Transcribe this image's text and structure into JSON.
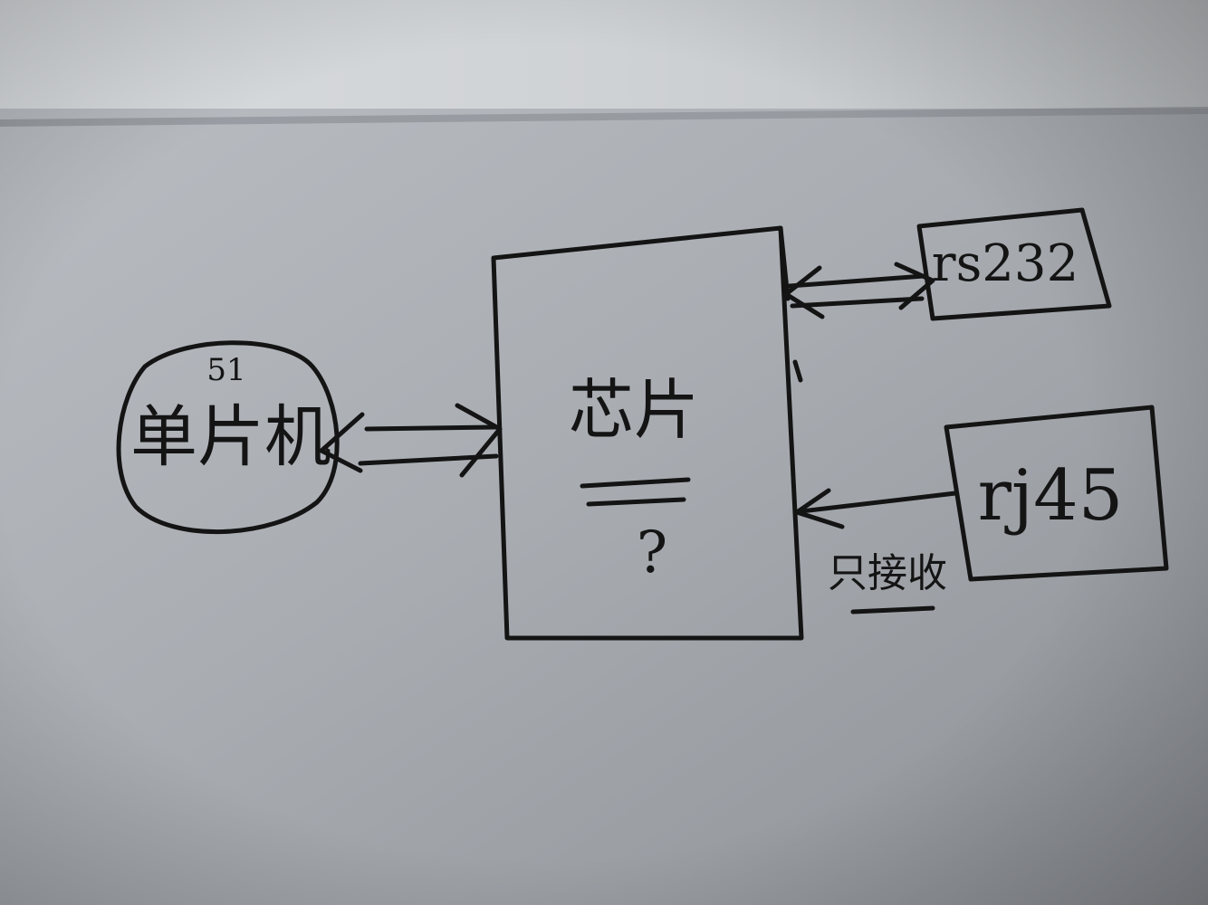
{
  "diagram": {
    "mcu": {
      "label": "单片机",
      "sub_label": "51"
    },
    "chip": {
      "label": "芯片",
      "sub_label": "?"
    },
    "rs232": {
      "label": "rs232"
    },
    "rj45": {
      "label": "rj45"
    },
    "rj45_link": {
      "note": "只接收"
    }
  }
}
